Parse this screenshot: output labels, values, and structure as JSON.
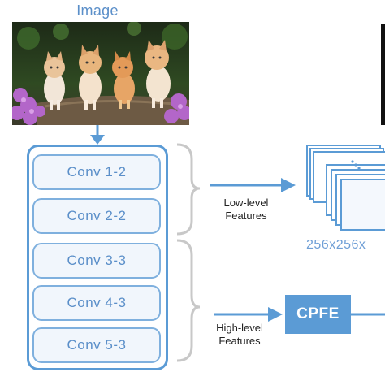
{
  "image": {
    "title": "Image"
  },
  "backbone": {
    "layers": [
      {
        "label": "Conv 1-2"
      },
      {
        "label": "Conv 2-2"
      },
      {
        "label": "Conv 3-3"
      },
      {
        "label": "Conv 4-3"
      },
      {
        "label": "Conv 5-3"
      }
    ]
  },
  "features": {
    "low_level": {
      "line1": "Low-level",
      "line2": "Features"
    },
    "high_level": {
      "line1": "High-level",
      "line2": "Features"
    }
  },
  "modules": {
    "cpfe": "CPFE"
  },
  "feature_map": {
    "dims_label": "256x256x"
  },
  "colors": {
    "accent_blue": "#5b9bd5",
    "text_blue": "#5b8fc9",
    "box_fill": "#f1f6fc"
  }
}
